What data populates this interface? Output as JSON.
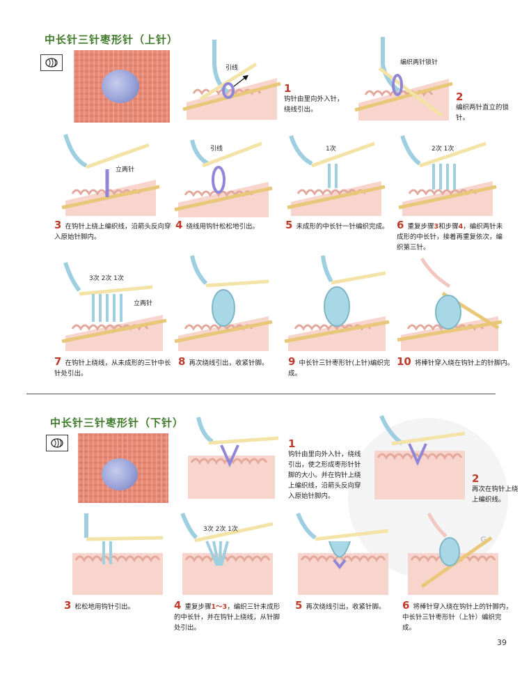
{
  "section1": {
    "title": "中长针三针枣形针（上针）",
    "steps": [
      {
        "n": "1",
        "label": "引线",
        "text": "钩针由里向外入针，绕线引出。"
      },
      {
        "n": "2",
        "label": "编织两针锁针",
        "text": "编织两针直立的锁针。"
      },
      {
        "n": "3",
        "label": "立两针",
        "text": "在钩针上绕上编织线，沿箭头反向穿入原始针脚内。"
      },
      {
        "n": "4",
        "label": "引线",
        "text": "绕线用钩针松松地引出。"
      },
      {
        "n": "5",
        "label": "1次",
        "text": "未成形的中长针一针编织完成。"
      },
      {
        "n": "6",
        "label": "2次 1次",
        "text_a": "重复步骤",
        "hl1": "3",
        "text_b": "和步骤",
        "hl2": "4",
        "text_c": "，编织两针未成形的中长针，接着再重复依次，编织第三针。"
      },
      {
        "n": "7",
        "label": "3次 2次 1次",
        "label2": "立两针",
        "text": "在钩针上绕线，从未成形的三针中长针处引出。"
      },
      {
        "n": "8",
        "text": "再次绕线引出，收紧针脚。"
      },
      {
        "n": "9",
        "text": "中长针三针枣形针(上针)编织完成。"
      },
      {
        "n": "10",
        "text": "将棒针穿入绕在钩针上的针脚内。"
      }
    ]
  },
  "section2": {
    "title": "中长针三针枣形针（下针）",
    "steps": [
      {
        "n": "1",
        "text": "钩针由里向外入针，绕线引出，使之形成枣形针针脚的大小。并在钩针上绕上编织线，沿箭头反向穿入原始针脚内。"
      },
      {
        "n": "2",
        "text": "再次在钩针上绕上编织线。"
      },
      {
        "n": "3",
        "text": "松松地用钩针引出。"
      },
      {
        "n": "4",
        "label": "3次 2次 1次",
        "text_a": "重复步骤",
        "hl1": "1～3",
        "text_b": "，编织三针未成形的中长针，并在钩针上绕线，从针脚处引出。"
      },
      {
        "n": "5",
        "text": "再次绕线引出，收紧针脚。"
      },
      {
        "n": "6",
        "text": "将棒针穿入绕在钩针上的针脚内，中长针三针枣形针（上针）编织完成。"
      }
    ]
  },
  "page_number": "39",
  "watermark": "G",
  "colors": {
    "title_green": "#3f7a2a",
    "step_red": "#c0392b",
    "yarn_blue": "#9ecfe0",
    "knit_pink": "#f4c8c0",
    "needle": "#e8c878",
    "loop_purple": "#8f86d8"
  }
}
